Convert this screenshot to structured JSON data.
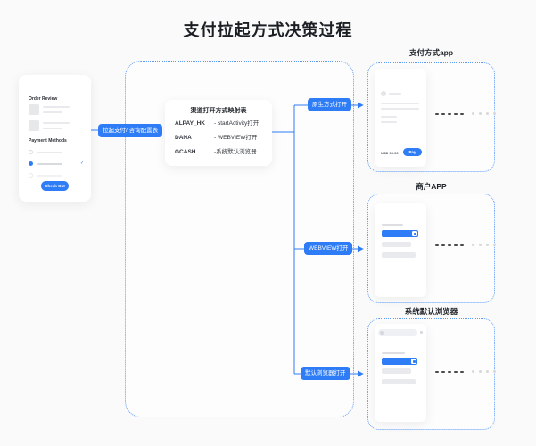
{
  "title": "支付拉起方式决策过程",
  "checkout_phone": {
    "order_review_heading": "Order Review",
    "payment_methods_heading": "Payment Methods",
    "checkout_button": "Check Out"
  },
  "flow": {
    "entry_label": "拉起支付/ 咨询配置表",
    "mapping_table": {
      "title": "渠道打开方式映射表",
      "rows": [
        {
          "channel": "ALPAY_HK",
          "method": "- startActivity打开"
        },
        {
          "channel": "DANA",
          "method": "- WEBVIEW打开"
        },
        {
          "channel": "GCASH",
          "method": "-系统默认浏览器"
        }
      ]
    },
    "branches": [
      {
        "label": "原生方式打开"
      },
      {
        "label": "WEBVIEW打开"
      },
      {
        "label": "默认浏览器打开"
      }
    ]
  },
  "panels": [
    {
      "title": "支付方式app",
      "phone": {
        "amount": "USD 99.99",
        "pay_button": "Pay"
      }
    },
    {
      "title": "商户APP"
    },
    {
      "title": "系统默认浏览器"
    }
  ],
  "colors": {
    "accent": "#2e7cf6",
    "dashed_border": "#5b9bf8",
    "background": "#fafafa"
  }
}
